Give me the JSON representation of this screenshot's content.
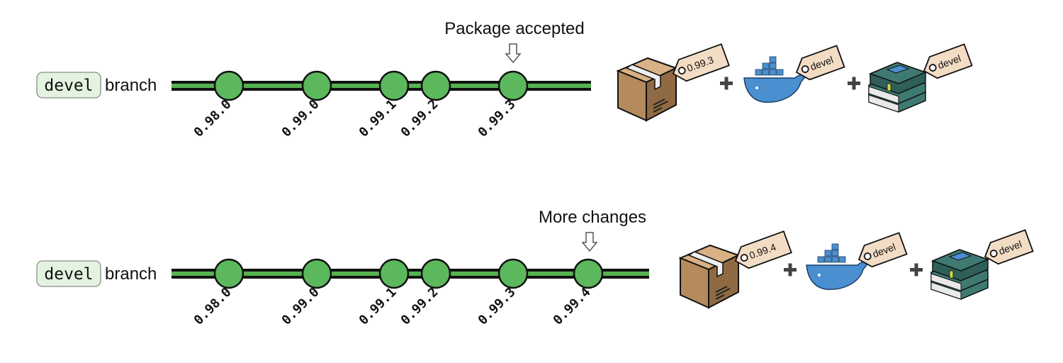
{
  "panels": [
    {
      "annotation": "Package accepted",
      "branch_code": "devel",
      "branch_word": "branch",
      "versions": [
        "0.98.0",
        "0.99.0",
        "0.99.1",
        "0.99.2",
        "0.99.3"
      ],
      "artifacts": {
        "package_tag": "0.99.3",
        "docker_tag": "devel",
        "docs_tag": "devel"
      }
    },
    {
      "annotation": "More changes",
      "branch_code": "devel",
      "branch_word": "branch",
      "versions": [
        "0.98.0",
        "0.99.0",
        "0.99.1",
        "0.99.2",
        "0.99.3",
        "0.99.4"
      ],
      "artifacts": {
        "package_tag": "0.99.4",
        "docker_tag": "devel",
        "docs_tag": "devel"
      }
    }
  ],
  "colors": {
    "branch_line": "#56b350",
    "commit_fill": "#5cb85c",
    "code_pill_bg": "#e3f3df",
    "box": "#b58a5c",
    "whale": "#4a8fd0",
    "books": "#3f7a72",
    "tag": "#f2dcc4"
  }
}
